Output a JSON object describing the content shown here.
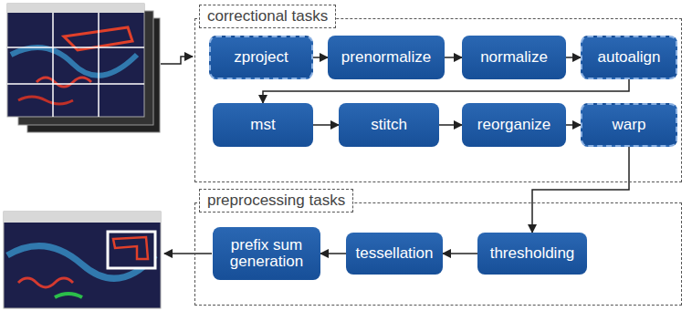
{
  "diagram": {
    "nodes": [
      {
        "text": [
          "correctional tasks"
        ]
      },
      {
        "text": [
          "zproject"
        ],
        "in": 0
      },
      {
        "text": [
          "prenormalize"
        ],
        "in": 0
      },
      {
        "text": [
          "normalize"
        ],
        "in": 0
      },
      {
        "text": [
          "autoalign"
        ],
        "in": 0
      },
      {
        "text": [
          "mst"
        ],
        "in": 0
      },
      {
        "text": [
          "stitch"
        ],
        "in": 0
      },
      {
        "text": [
          "reorganize"
        ],
        "in": 0
      },
      {
        "text": [
          "warp"
        ],
        "in": 0
      },
      {
        "text": [
          "preprocessing tasks"
        ]
      },
      {
        "text": [
          "prefix sum generation"
        ],
        "in": 9
      },
      {
        "text": [
          "tessellation"
        ],
        "in": 9
      },
      {
        "text": [
          "thresholding"
        ],
        "in": 9
      }
    ],
    "edges": [
      {
        "from": 1,
        "to": 2,
        "arrow": "to"
      },
      {
        "from": 2,
        "to": 3,
        "arrow": "to"
      },
      {
        "from": 3,
        "to": 4,
        "arrow": "to"
      },
      {
        "from": 4,
        "to": 5,
        "arrow": "to"
      },
      {
        "from": 5,
        "to": 6,
        "arrow": "to"
      },
      {
        "from": 6,
        "to": 7,
        "arrow": "to"
      },
      {
        "from": 7,
        "to": 8,
        "arrow": "to"
      },
      {
        "from": 8,
        "to": 12,
        "arrow": "to"
      },
      {
        "from": 12,
        "to": 11,
        "arrow": "to"
      },
      {
        "from": 11,
        "to": 10,
        "arrow": "to"
      }
    ]
  }
}
